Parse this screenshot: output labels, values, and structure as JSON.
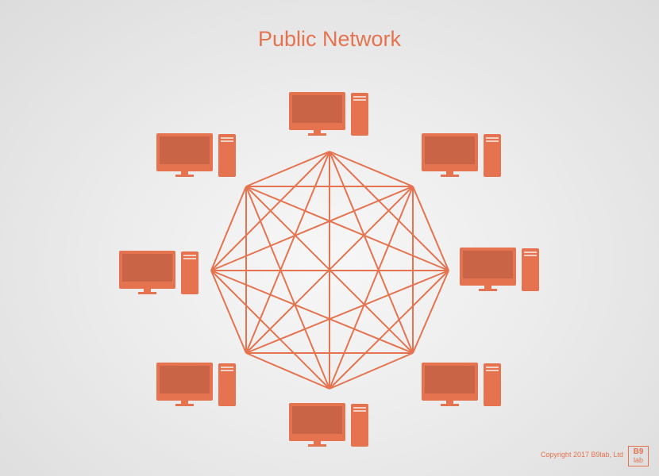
{
  "title": "Public Network",
  "copyright": "Copyright 2017 B9lab, Ltd",
  "logo": {
    "top": "B9",
    "bottom": "lab"
  },
  "colors": {
    "accent": "#e57350",
    "screen": "#c96446",
    "background": "#e6e6e6"
  },
  "network": {
    "node_count": 8,
    "topology": "full-mesh",
    "computer_icon": "desktop-computer-icon"
  }
}
